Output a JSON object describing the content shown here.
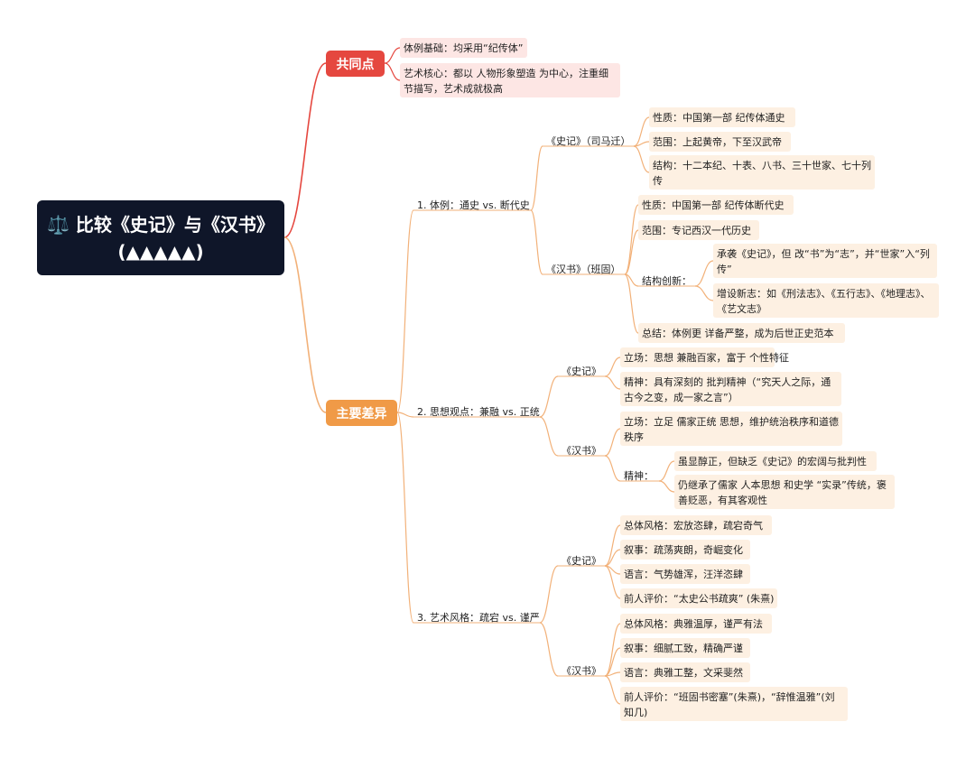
{
  "root": {
    "title": "⚖️ 比较《史记》与《汉书》 (▲▲▲▲▲)"
  },
  "colors": {
    "root_bg": "#0f1629",
    "branch_red": "#e5473f",
    "branch_orange": "#f09a47",
    "line_red": "#e5473f",
    "line_orange": "#f2b179"
  },
  "common": {
    "label": "共同点",
    "items": [
      "体例基础：均采用“纪传体”",
      "艺术核心：都以 人物形象塑造 为中心，注重细节描写，艺术成就极高"
    ]
  },
  "diff": {
    "label": "主要差异",
    "style": {
      "label": "1. 体例：通史 vs. 断代史",
      "shiji": {
        "label": "《史记》（司马迁）",
        "items": [
          "性质：中国第一部 纪传体通史",
          "范围：上起黄帝，下至汉武帝",
          "结构：十二本纪、十表、八书、三十世家、七十列传"
        ]
      },
      "hanshu": {
        "label": "《汉书》（班固）",
        "nature": "性质：中国第一部 纪传体断代史",
        "scope": "范围：专记西汉一代历史",
        "innovation": {
          "label": "结构创新：",
          "items": [
            "承袭《史记》，但 改“书”为“志”，并“世家”入“列传”",
            "增设新志：如《刑法志》、《五行志》、《地理志》、《艺文志》"
          ]
        },
        "summary": "总结：体例更 详备严整，成为后世正史范本"
      }
    },
    "thought": {
      "label": "2. 思想观点：兼融 vs. 正统",
      "shiji": {
        "label": "《史记》",
        "items": [
          "立场：思想 兼融百家，富于 个性特征",
          "精神：具有深刻的 批判精神（“究天人之际，通古今之变，成一家之言”）"
        ]
      },
      "hanshu": {
        "label": "《汉书》",
        "position": "立场：立足 儒家正统 思想，维护统治秩序和道德秩序",
        "spirit": {
          "label": "精神：",
          "items": [
            "虽显醇正，但缺乏《史记》的宏阔与批判性",
            "仍继承了儒家 人本思想 和史学 “实录”传统，褒善贬恶，有其客观性"
          ]
        }
      }
    },
    "art": {
      "label": "3. 艺术风格：疏宕 vs. 谨严",
      "shiji": {
        "label": "《史记》",
        "items": [
          "总体风格：宏放恣肆，疏宕奇气",
          "叙事：疏荡爽朗，奇崛变化",
          "语言：气势雄浑，汪洋恣肆",
          "前人评价：“太史公书疏爽” (朱熹)"
        ]
      },
      "hanshu": {
        "label": "《汉书》",
        "items": [
          "总体风格：典雅温厚，谨严有法",
          "叙事：细腻工致，精确严谨",
          "语言：典雅工整，文采斐然",
          "前人评价：“班固书密塞”(朱熹)，“辞惟温雅”(刘知几)"
        ]
      }
    }
  }
}
